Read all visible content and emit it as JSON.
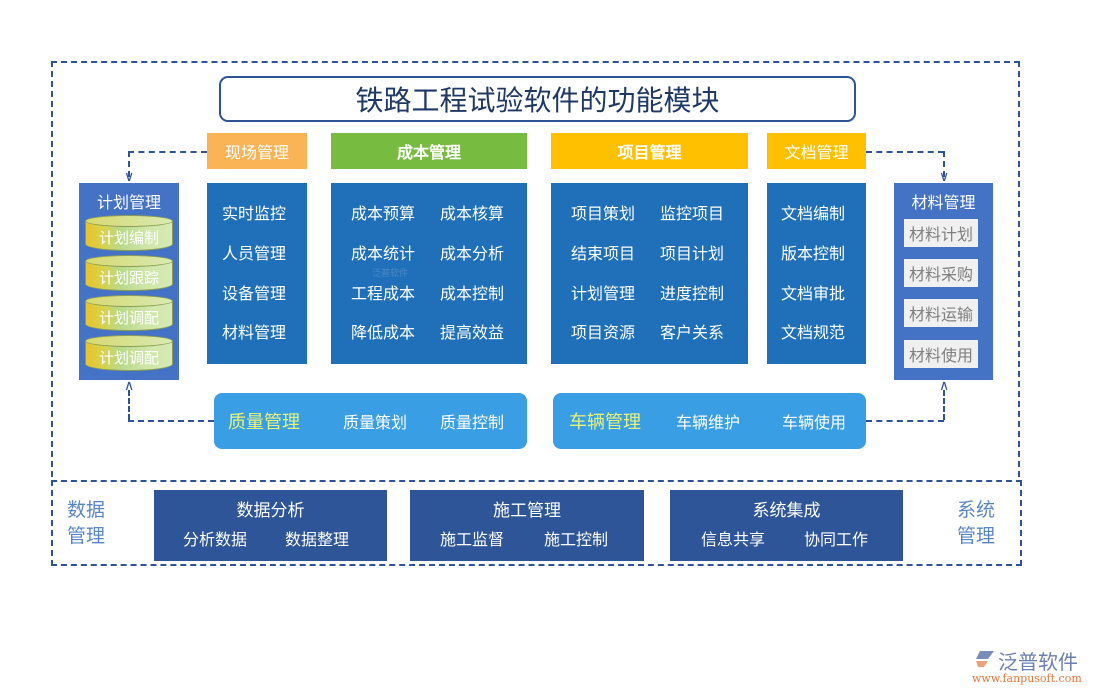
{
  "title": "铁路工程试验软件的功能模块",
  "colors": {
    "border_dashed": "#2f5496",
    "panel_blue": "#1f70b8",
    "side_blue": "#4472c4",
    "pill_blue": "#3a9ee4",
    "bottom_blue": "#2e5597",
    "header_orange": "#fbb455",
    "header_green": "#77bc41",
    "header_yellow": "#ffc000",
    "accent_yellow": "#e8f37a"
  },
  "modules": {
    "site": {
      "header": "现场管理",
      "items": [
        "实时监控",
        "人员管理",
        "设备管理",
        "材料管理"
      ]
    },
    "cost": {
      "header": "成本管理",
      "items": [
        "成本预算",
        "成本核算",
        "成本统计",
        "成本分析",
        "工程成本",
        "成本控制",
        "降低成本",
        "提高效益"
      ]
    },
    "project": {
      "header": "项目管理",
      "items": [
        "项目策划",
        "监控项目",
        "结束项目",
        "项目计划",
        "计划管理",
        "进度控制",
        "项目资源",
        "客户关系"
      ]
    },
    "document": {
      "header": "文档管理",
      "items": [
        "文档编制",
        "版本控制",
        "文档审批",
        "文档规范"
      ]
    },
    "plan": {
      "header": "计划管理",
      "items": [
        "计划编制",
        "计划跟踪",
        "计划调配",
        "计划调配"
      ]
    },
    "material": {
      "header": "材料管理",
      "items": [
        "材料计划",
        "材料采购",
        "材料运输",
        "材料使用"
      ]
    },
    "quality": {
      "header": "质量管理",
      "items": [
        "质量策划",
        "质量控制"
      ]
    },
    "vehicle": {
      "header": "车辆管理",
      "items": [
        "车辆维护",
        "车辆使用"
      ]
    }
  },
  "bottom": {
    "left_label": [
      "数据",
      "管理"
    ],
    "right_label": [
      "系统",
      "管理"
    ],
    "boxes": [
      {
        "title": "数据分析",
        "items": [
          "分析数据",
          "数据整理"
        ]
      },
      {
        "title": "施工管理",
        "items": [
          "施工监督",
          "施工控制"
        ]
      },
      {
        "title": "系统集成",
        "items": [
          "信息共享",
          "协同工作"
        ]
      }
    ]
  },
  "watermark": "泛普软件",
  "logo": {
    "name": "泛普软件",
    "url": "www.fanpusoft.com"
  }
}
